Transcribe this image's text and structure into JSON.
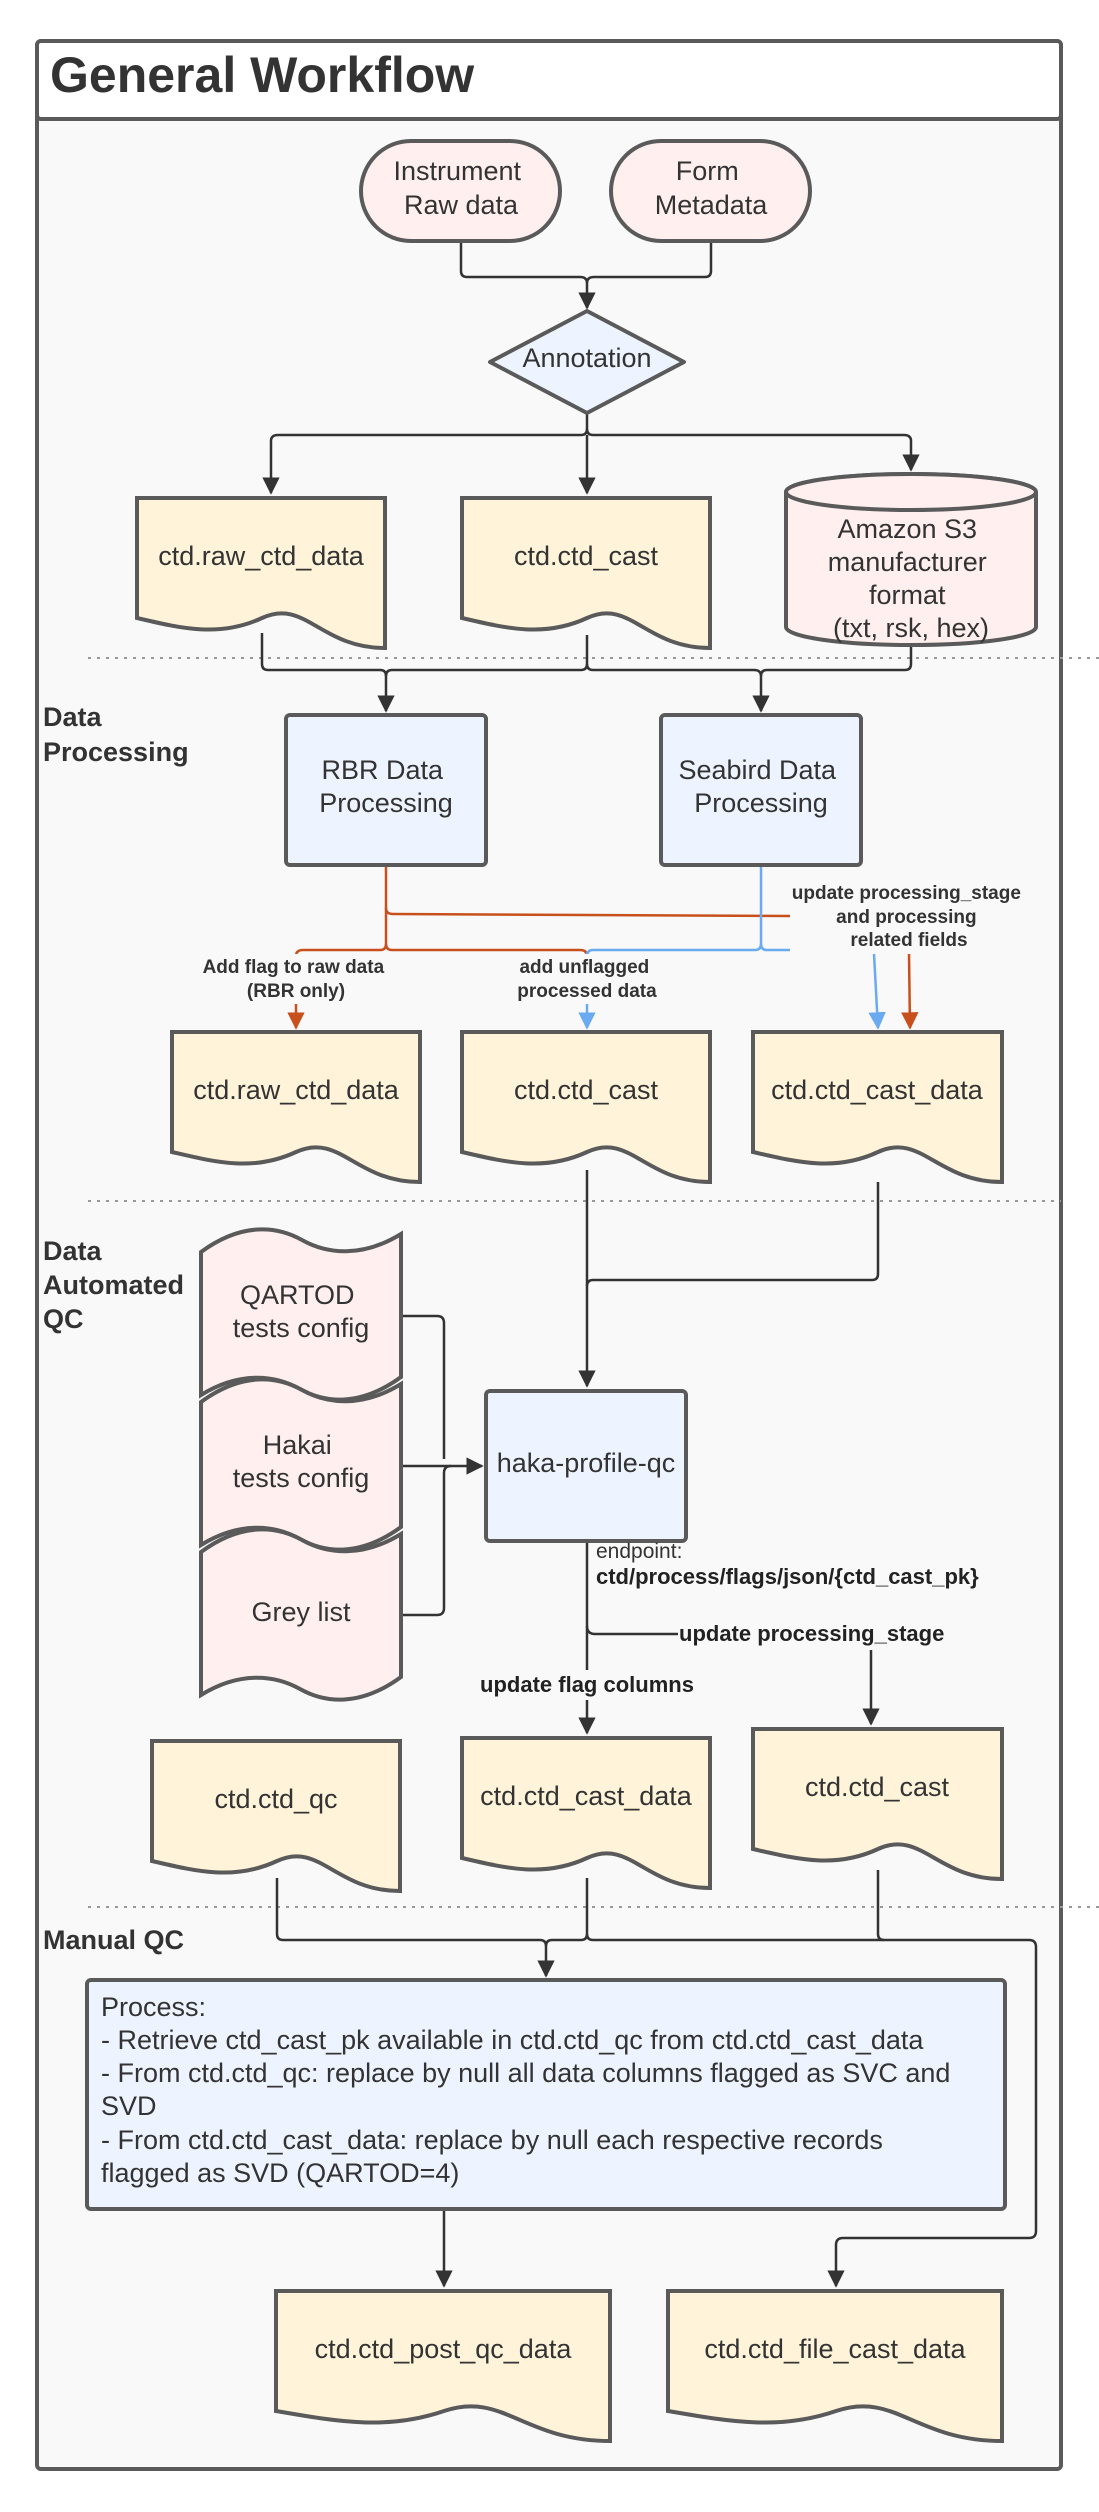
{
  "title": "General Workflow",
  "lanes": {
    "data_processing": [
      "Data",
      "Processing"
    ],
    "data_automated_qc": [
      "Data",
      "Automated",
      "QC"
    ],
    "manual_qc": [
      "Manual QC"
    ]
  },
  "nodes": {
    "instrument": [
      "Instrument",
      "Raw data"
    ],
    "form": [
      "Form",
      "Metadata"
    ],
    "annotation": [
      "Annotation"
    ],
    "raw_ctd_data_1": [
      "ctd.raw_ctd_data"
    ],
    "ctd_cast_1": [
      "ctd.ctd_cast"
    ],
    "amazon_s3": [
      "Amazon S3",
      "manufacturer",
      "format",
      "(txt, rsk, hex)"
    ],
    "rbr_processing": [
      "RBR Data",
      "Processing"
    ],
    "seabird_processing": [
      "Seabird Data",
      "Processing"
    ],
    "raw_ctd_data_2": [
      "ctd.raw_ctd_data"
    ],
    "ctd_cast_2": [
      "ctd.ctd_cast"
    ],
    "ctd_cast_data_1": [
      "ctd.ctd_cast_data"
    ],
    "qartod_config": [
      "QARTOD",
      "tests config"
    ],
    "hakai_config": [
      "Hakai",
      "tests config"
    ],
    "grey_list": [
      "Grey list"
    ],
    "haka_profile_qc": [
      "haka-profile-qc"
    ],
    "ctd_qc": [
      "ctd.ctd_qc"
    ],
    "ctd_cast_data_2": [
      "ctd.ctd_cast_data"
    ],
    "ctd_cast_3": [
      "ctd.ctd_cast"
    ],
    "process": [
      "Process:",
      "- Retrieve ctd_cast_pk available in ctd.ctd_qc from ctd.ctd_cast_data",
      "- From ctd.ctd_qc: replace by null all data columns flagged as  SVC and",
      "SVD",
      "- From ctd.ctd_cast_data: replace by null each respective records",
      "flagged as SVD (QARTOD=4)"
    ],
    "post_qc_data": [
      "ctd.ctd_post_qc_data"
    ],
    "file_cast_data": [
      "ctd.ctd_file_cast_data"
    ]
  },
  "edge_labels": {
    "add_flag": [
      "Add flag to raw data",
      "(RBR only)"
    ],
    "add_unflagged": [
      "add unflagged",
      "processed data"
    ],
    "update_processing_stage_fields": [
      "update processing_stage",
      "and processing",
      "related fields"
    ],
    "endpoint_label": "endpoint:",
    "endpoint_path": "ctd/process/flags/json/{ctd_cast_pk}",
    "update_processing_stage": "update processing_stage",
    "update_flag_columns": "update flag columns"
  },
  "colors": {
    "frame_stroke": "#5a5a5a",
    "container_fill": "#f9f9f9",
    "pink_fill": "#ffefef",
    "blue_fill": "#edf4ff",
    "yellow_fill": "#fff3d9",
    "edge_dark": "#333333",
    "edge_orange": "#c8501c",
    "edge_blue": "#6aaaf0",
    "divider": "#999999"
  }
}
